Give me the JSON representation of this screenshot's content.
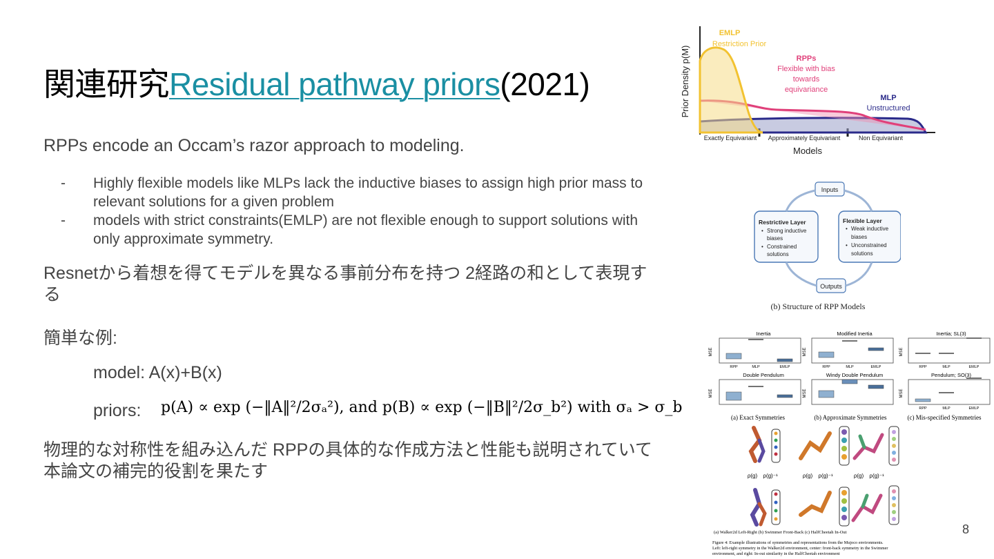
{
  "slide": {
    "title_prefix": "関連研究",
    "title_link": "Residual pathway priors",
    "title_suffix": "(2021)",
    "intro": "RPPs encode an Occam’s razor approach to modeling.",
    "bullets": [
      {
        "dash": "-",
        "text": "Highly flexible models like MLPs lack the inductive biases to assign high prior mass to relevant solutions for a given problem"
      },
      {
        "dash": "-",
        "text": "models with strict constraints(EMLP) are not flexible enough to support solutions with only approximate symmetry."
      }
    ],
    "jp_para1": "Resnetから着想を得てモデルを異なる事前分布を持つ 2経路の和として表現する",
    "example_label": "簡単な例:",
    "model_line": "model: A(x)+B(x)",
    "priors_label": "priors:",
    "formula": "p(A) ∝ exp (−‖A‖²/2σₐ²), and p(B) ∝ exp (−‖B‖²/2σ_b²) with σₐ > σ_b",
    "jp_para2": "物理的な対称性を組み込んだ RPPの具体的な作成方法と性能も説明されていて本論文の補完的役割を果たす",
    "page_number": "8"
  },
  "prior_figure": {
    "ylabel": "Prior Density p(M)",
    "xlabel": "Models",
    "ticks": [
      "Exactly Equivariant",
      "Approximately Equivariant",
      "Non Equivariant"
    ],
    "emlp_title": "EMLP",
    "emlp_sub": "Restriction Prior",
    "rpp_title": "RPPs",
    "rpp_sub1": "Flexible with bias",
    "rpp_sub2": "towards",
    "rpp_sub3": "equivariance",
    "mlp_title": "MLP",
    "mlp_sub": "Unstructured",
    "colors": {
      "emlp": "#f2c230",
      "rpp": "#e0407a",
      "mlp": "#2a2a8a"
    }
  },
  "structure_figure": {
    "inputs": "Inputs",
    "outputs": "Outputs",
    "restrictive_title": "Restrictive Layer",
    "restrictive_items": [
      "Strong inductive",
      "biases",
      "Constrained",
      "solutions"
    ],
    "flexible_title": "Flexible Layer",
    "flexible_items": [
      "Weak inductive",
      "biases",
      "Unconstrained",
      "solutions"
    ],
    "caption": "(b) Structure of RPP Models"
  },
  "results_figure": {
    "panels": [
      "Inertia",
      "Modified Inertia",
      "Inertia; SL(3)",
      "Double Pendulum",
      "Windy Double Pendulum",
      "Pendulum; SO(3)"
    ],
    "ylabel": "MSE",
    "ticks": [
      "RPP",
      "MLP",
      "EMLP"
    ],
    "captions": [
      "(a) Exact Symmetries",
      "(b) Approximate Symmetries",
      "(c) Mis-specified Symmetries"
    ]
  },
  "mujoco_figure": {
    "rho_labels": [
      "ρ(g)",
      "ρ(g)⁻¹"
    ],
    "subcaptions": "(a) Walker2d Left-Right   (b) Swimmer Front-Back   (c) HalfCheetah In-Out",
    "caption_line1": "Figure 4: Example illustrations of symmetries and representations from the Mujoco environments.",
    "caption_line2": "Left: left-right symmetry in the Walker2d environment, center: front-back symmetry in the Swimmer",
    "caption_line3": "environment, and right: In-out similarity in the HalfCheetah environment"
  }
}
